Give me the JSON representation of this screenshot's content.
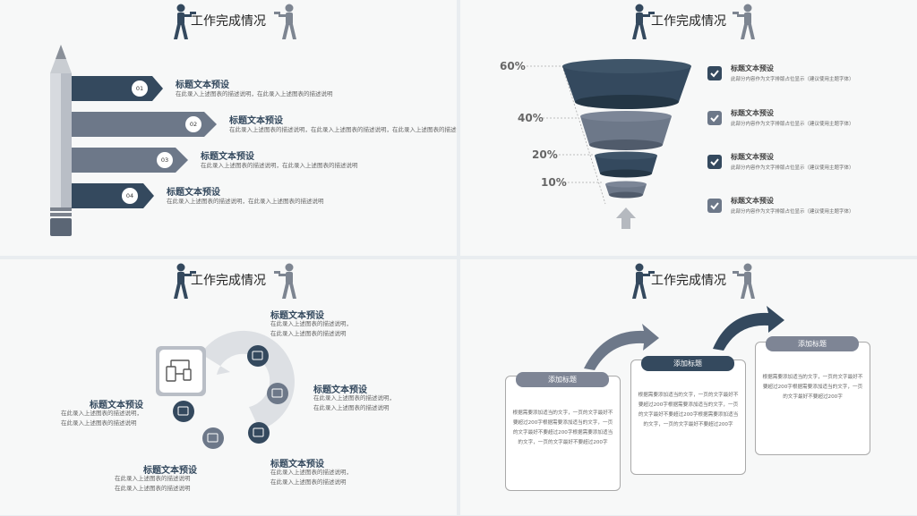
{
  "header_title": "工作完成情况",
  "colors": {
    "dark": "#34495e",
    "mid": "#6d7889",
    "light": "#b9bec6",
    "pill": "#7e8595"
  },
  "pencil": {
    "items": [
      {
        "num": "01",
        "title": "标题文本预设",
        "desc": "在此录入上述图表的描述说明，在此录入上述图表的描述说明"
      },
      {
        "num": "02",
        "title": "标题文本预设",
        "desc": "在此录入上述图表的描述说明，在此录入上述图表的描述说明，在此录入上述图表的描述说明"
      },
      {
        "num": "03",
        "title": "标题文本预设",
        "desc": "在此录入上述图表的描述说明，在此录入上述图表的描述说明"
      },
      {
        "num": "04",
        "title": "标题文本预设",
        "desc": "在此录入上述图表的描述说明，在此录入上述图表的描述说明"
      }
    ]
  },
  "funnel": {
    "levels": [
      {
        "label": "60%",
        "value": 60
      },
      {
        "label": "40%",
        "value": 40
      },
      {
        "label": "20%",
        "value": 20
      },
      {
        "label": "10%",
        "value": 10
      }
    ],
    "items": [
      {
        "title": "标题文本预设",
        "desc": "此部分内容作为文字排版占位显示（建议使用主题字体）"
      },
      {
        "title": "标题文本预设",
        "desc": "此部分内容作为文字排版占位显示（建议使用主题字体）"
      },
      {
        "title": "标题文本预设",
        "desc": "此部分内容作为文字排版占位显示（建议使用主题字体）"
      },
      {
        "title": "标题文本预设",
        "desc": "此部分内容作为文字排版占位显示（建议使用主题字体）"
      }
    ]
  },
  "cycle": {
    "top": {
      "title": "标题文本预设",
      "l1": "在此录入上述图表的描述说明，",
      "l2": "在此录入上述图表的描述说明"
    },
    "right": {
      "title": "标题文本预设",
      "l1": "在此录入上述图表的描述说明，",
      "l2": "在此录入上述图表的描述说明"
    },
    "bottom_right": {
      "title": "标题文本预设",
      "l1": "在此录入上述图表的描述说明，",
      "l2": "在此录入上述图表的描述说明"
    },
    "bottom": {
      "title": "标题文本预设",
      "l1": "在此录入上述图表的描述说明",
      "l2": "在此录入上述图表的描述说明"
    },
    "left": {
      "title": "标题文本预设",
      "l1": "在此录入上述图表的描述说明，",
      "l2": "在此录入上述图表的描述说明"
    }
  },
  "steps": [
    {
      "label": "添加标题",
      "text": "根据需要添加适当的文字，一页的文字最好不要超过200字根据需要添加适当的文字，一页的文字最好不要超过200字根据需要添加适当的文字，一页的文字最好不要超过200字"
    },
    {
      "label": "添加标题",
      "text": "根据需要添加适当的文字，一页的文字最好不要超过200字根据需要添加适当的文字，一页的文字最好不要超过200字根据需要添加适当的文字，一页的文字最好不要超过200字"
    },
    {
      "label": "添加标题",
      "text": "根据需要添加适当的文字，一页的文字最好不要超过200字根据需要添加适当的文字，一页的文字最好不要超过200字"
    }
  ]
}
